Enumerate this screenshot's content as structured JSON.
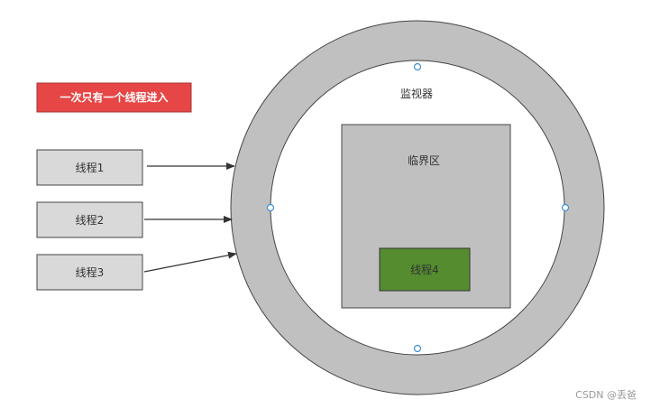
{
  "banner": {
    "text": "一次只有一个线程进入",
    "color": "#e64646"
  },
  "threads": [
    {
      "label": "线程1"
    },
    {
      "label": "线程2"
    },
    {
      "label": "线程3"
    }
  ],
  "monitor": {
    "label": "监视器",
    "ring_color": "#c0c0c0"
  },
  "critical_section": {
    "label": "临界区",
    "color": "#c0c0c0"
  },
  "active_thread": {
    "label": "线程4",
    "color": "#548c2f"
  },
  "watermark": "CSDN @丢爸"
}
